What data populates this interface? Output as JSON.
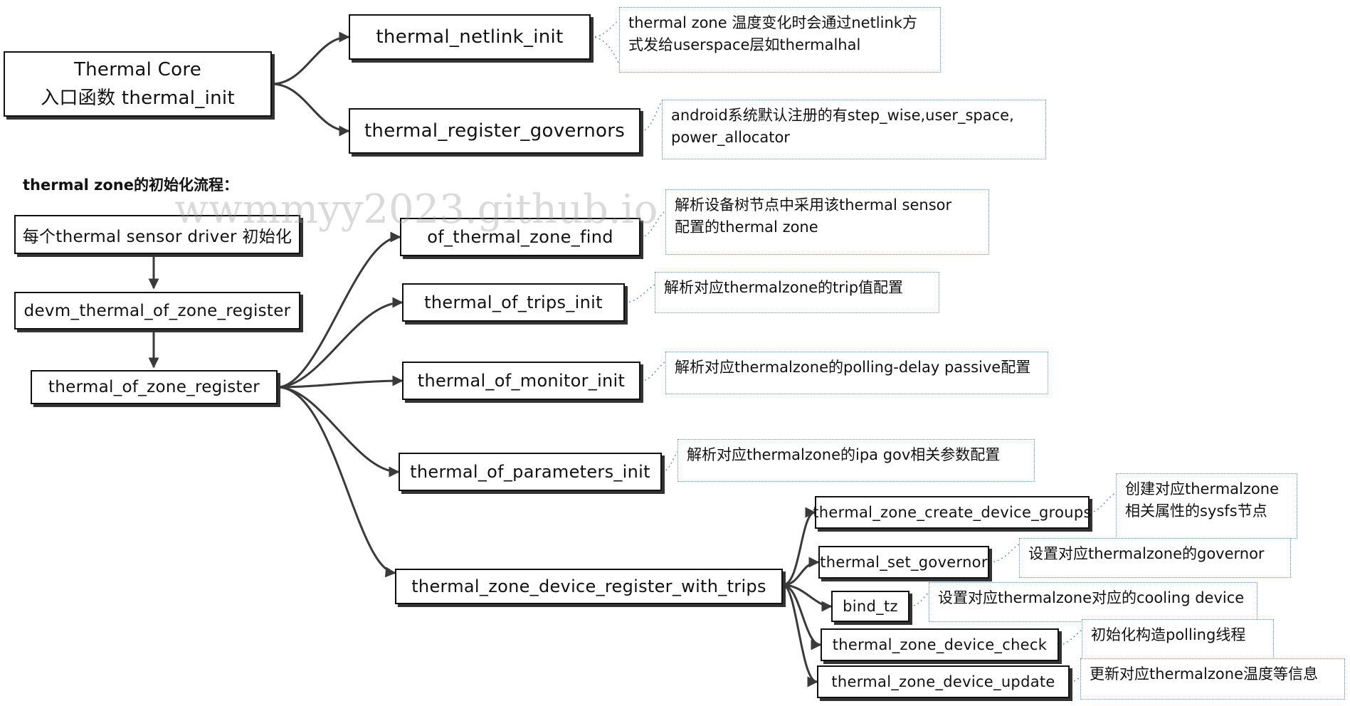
{
  "core": {
    "line1": "Thermal Core",
    "line2": "入口函数 thermal_init"
  },
  "top_nodes": {
    "netlink": "thermal_netlink_init",
    "governors": "thermal_register_governors"
  },
  "top_notes": {
    "netlink_1": "thermal zone 温度变化时会通过netlink方",
    "netlink_2": "式发给userspace层如thermalhal",
    "governors_1": "android系统默认注册的有step_wise,user_space,",
    "governors_2": "power_allocator"
  },
  "section_title": "thermal zone的初始化流程：",
  "watermark": "wwmmyy2023.github.io",
  "flow": {
    "driver_init": "每个thermal sensor driver 初始化",
    "devm_register": "devm_thermal_of_zone_register",
    "of_zone_register": "thermal_of_zone_register"
  },
  "children": {
    "zone_find": "of_thermal_zone_find",
    "trips_init": "thermal_of_trips_init",
    "monitor_init": "thermal_of_monitor_init",
    "parameters_init": "thermal_of_parameters_init",
    "register_with_trips": "thermal_zone_device_register_with_trips"
  },
  "child_notes": {
    "zone_find_1": "解析设备树节点中采用该thermal sensor",
    "zone_find_2": "配置的thermal zone",
    "trips_init": "解析对应thermalzone的trip值配置",
    "monitor_init": "解析对应thermalzone的polling-delay passive配置",
    "parameters_init": "解析对应thermalzone的ipa gov相关参数配置"
  },
  "grandchildren": {
    "create_groups": "thermal_zone_create_device_groups",
    "set_governor": "thermal_set_governor",
    "bind_tz": "bind_tz",
    "device_check": "thermal_zone_device_check",
    "device_update": "thermal_zone_device_update"
  },
  "grandchild_notes": {
    "create_groups_1": "创建对应thermalzone",
    "create_groups_2": "相关属性的sysfs节点",
    "set_governor": "设置对应thermalzone的governor",
    "bind_tz": "设置对应thermalzone对应的cooling device",
    "device_check": "初始化构造polling线程",
    "device_update": "更新对应thermalzone温度等信息"
  },
  "colors": {
    "box_border": "#111111",
    "note_border": "#5a93c9",
    "arrow": "#3a3a3a"
  }
}
